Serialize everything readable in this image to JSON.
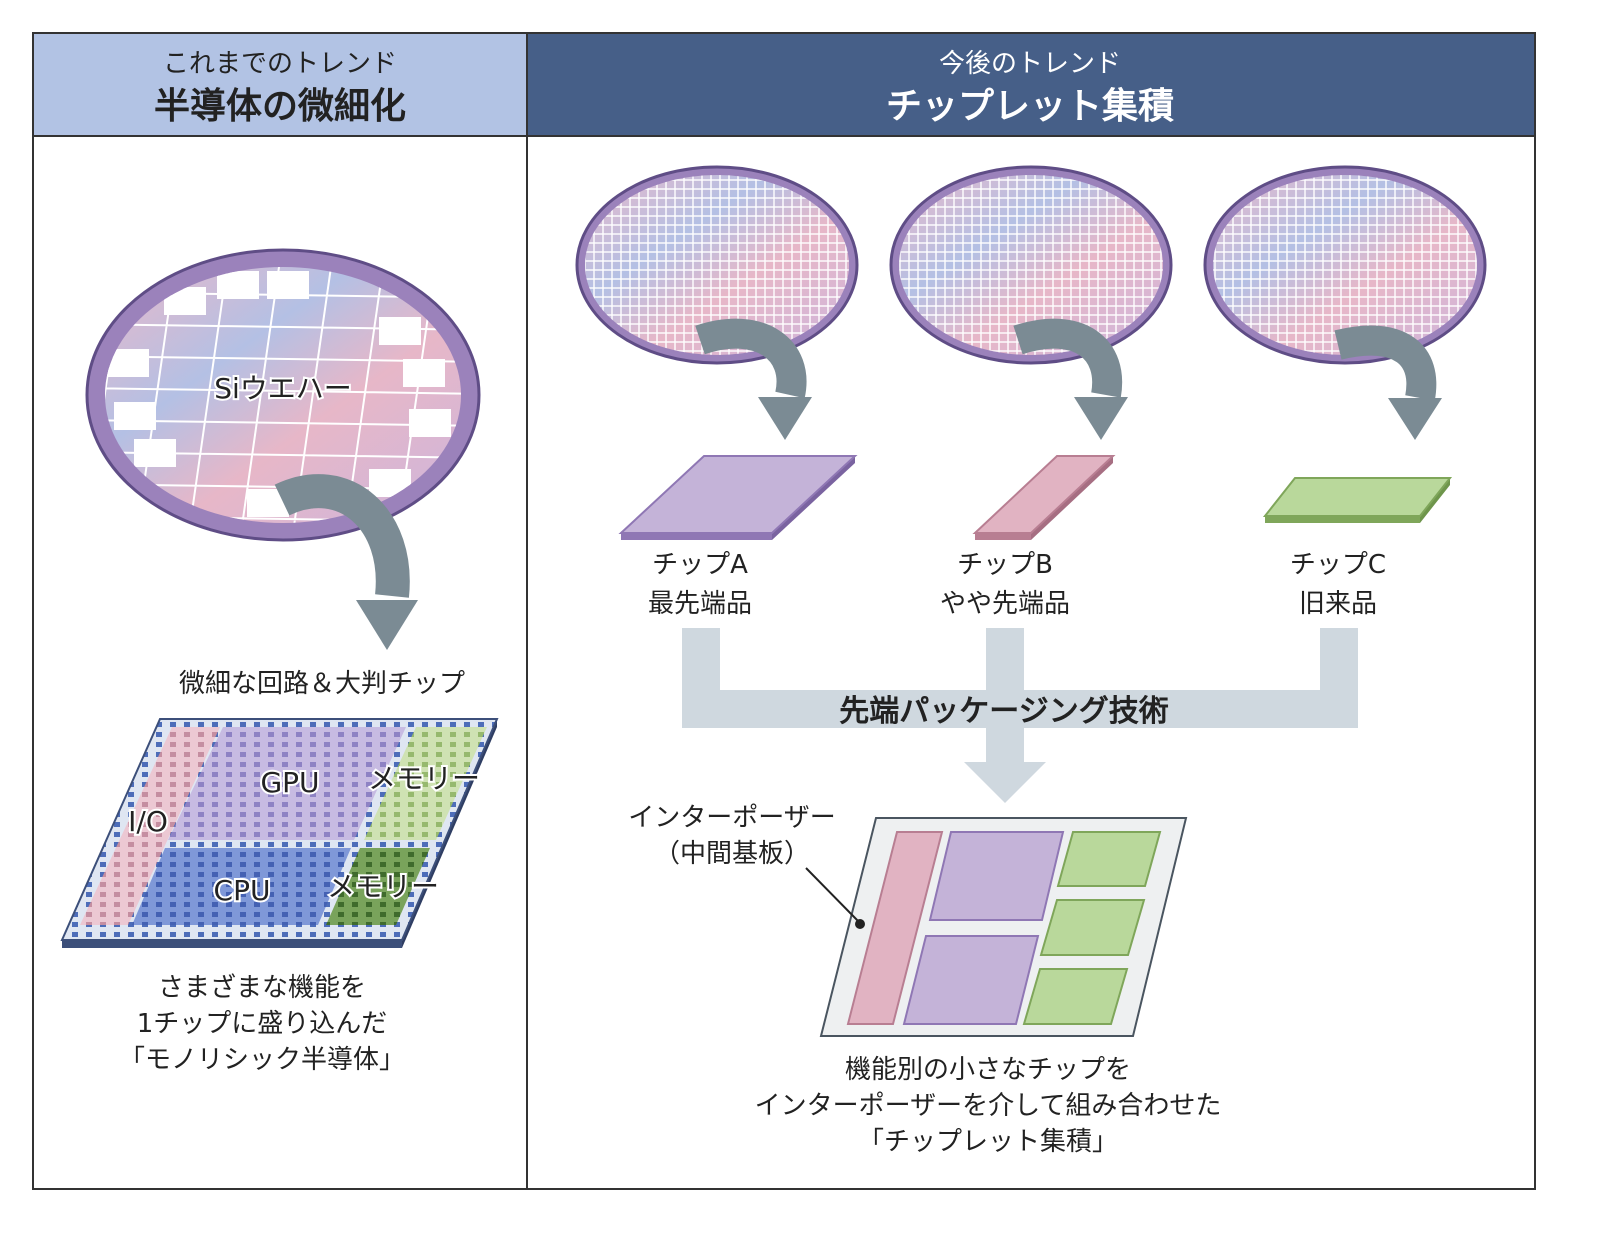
{
  "left_panel": {
    "header_sub": "これまでのトレンド",
    "header_main": "半導体の微細化",
    "wafer_label": "Siウエハー",
    "chip_caption": "微細な回路＆大判チップ",
    "blocks": {
      "io": "I/O",
      "gpu": "GPU",
      "cpu": "CPU",
      "memory_top": "メモリー",
      "memory_bottom": "メモリー"
    },
    "footer": [
      "さまざまな機能を",
      "1チップに盛り込んだ",
      "「モノリシック半導体」"
    ]
  },
  "right_panel": {
    "header_sub": "今後のトレンド",
    "header_main": "チップレット集積",
    "chips": [
      {
        "name": "チップA",
        "grade": "最先端品",
        "color": "#c4b3d8"
      },
      {
        "name": "チップB",
        "grade": "やや先端品",
        "color": "#e1b3c2"
      },
      {
        "name": "チップC",
        "grade": "旧来品",
        "color": "#b9d89b"
      }
    ],
    "packaging_label": "先端パッケージング技術",
    "interposer_label": [
      "インターポーザー",
      "（中間基板）"
    ],
    "footer": [
      "機能別の小さなチップを",
      "インターポーザーを介して組み合わせた",
      "「チップレット集積」"
    ]
  },
  "colors": {
    "left_header": "#b2c3e4",
    "right_header": "#465f88",
    "arrow": "#7b8b94",
    "flow": "#cfd8df",
    "wafer_rim": "#9b82bb"
  }
}
